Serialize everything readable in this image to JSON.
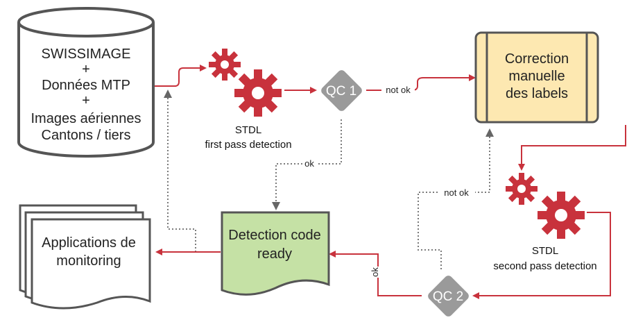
{
  "colors": {
    "red": "#c8323c",
    "gear": "#c8323c",
    "grey_diamond": "#9a9a9a",
    "dotted": "#7a7a7a",
    "yellow_fill": "#fde8b1",
    "green_fill": "#c5e1a5",
    "outline": "#333333"
  },
  "source": {
    "lines": [
      "SWISSIMAGE",
      "+",
      "Données MTP",
      "+",
      "Images aériennes",
      "Cantons / tiers"
    ]
  },
  "outputs": {
    "lines": [
      "Applications de",
      "monitoring"
    ]
  },
  "first_pass": {
    "line1": "STDL",
    "line2": "first pass detection",
    "icon": "gears-icon"
  },
  "second_pass": {
    "line1": "STDL",
    "line2": "second pass detection",
    "icon": "gears-icon"
  },
  "qc1": {
    "label": "QC 1"
  },
  "qc2": {
    "label": "QC 2"
  },
  "correction": {
    "lines": [
      "Correction",
      "manuelle",
      "des labels"
    ]
  },
  "ready": {
    "lines": [
      "Detection code",
      "ready"
    ]
  },
  "edges": {
    "qc1_not_ok": "not ok",
    "qc1_ok": "ok",
    "qc2_not_ok": "not ok",
    "qc2_ok": "ok"
  }
}
